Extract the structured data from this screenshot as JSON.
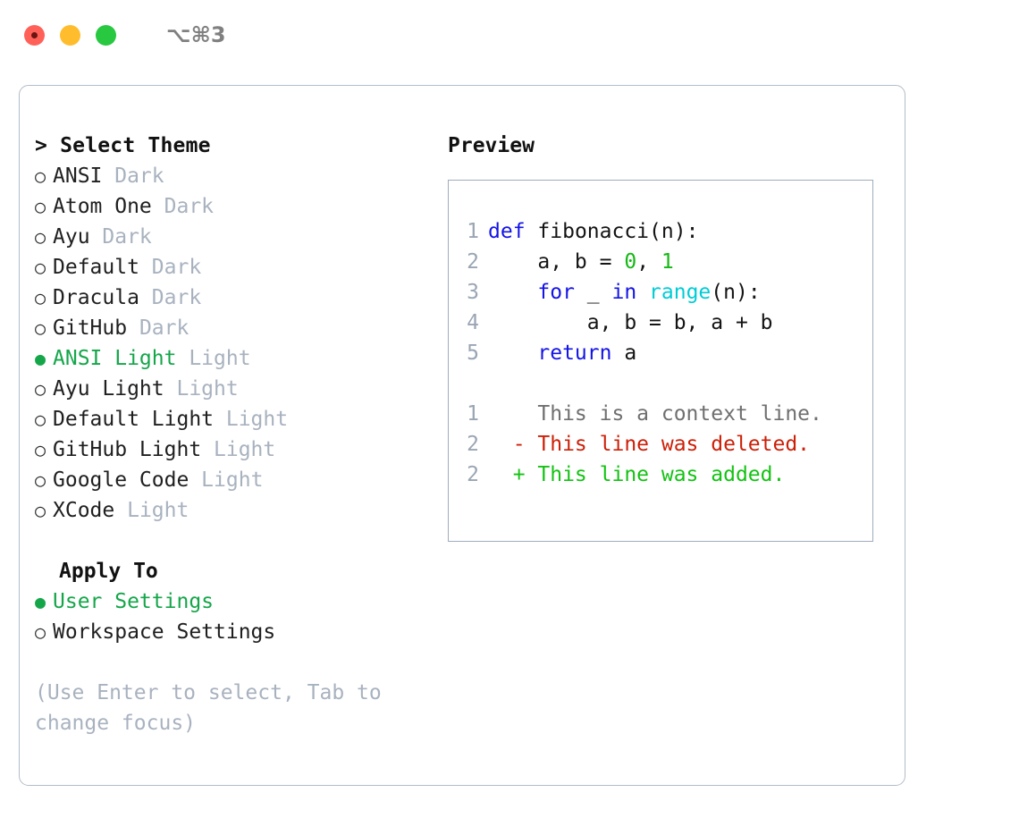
{
  "titlebar": {
    "shortcut": "⌥⌘3",
    "buttons": [
      {
        "name": "close",
        "color": "#ff6159"
      },
      {
        "name": "minimize",
        "color": "#ffbd2e"
      },
      {
        "name": "maximize",
        "color": "#28c840"
      }
    ]
  },
  "colors": {
    "accent_green": "#15a64a",
    "muted": "#a8b2bf",
    "border": "#b2bcc8",
    "preview_border": "#9facbd",
    "keyword_blue": "#1414e6",
    "builtin_cyan": "#00ccd6",
    "number_green": "#14b814",
    "diff_delete_red": "#cc2008",
    "diff_add_green": "#14c214",
    "gutter_gray": "#9aa5b4"
  },
  "theme_panel": {
    "heading": "> Select Theme",
    "selected_index": 6,
    "items": [
      {
        "bullet": "○",
        "name": "ANSI",
        "suffix": "Dark",
        "selected": false
      },
      {
        "bullet": "○",
        "name": "Atom One",
        "suffix": "Dark",
        "selected": false
      },
      {
        "bullet": "○",
        "name": "Ayu",
        "suffix": "Dark",
        "selected": false
      },
      {
        "bullet": "○",
        "name": "Default",
        "suffix": "Dark",
        "selected": false
      },
      {
        "bullet": "○",
        "name": "Dracula",
        "suffix": "Dark",
        "selected": false
      },
      {
        "bullet": "○",
        "name": "GitHub",
        "suffix": "Dark",
        "selected": false
      },
      {
        "bullet": "●",
        "name": "ANSI Light",
        "suffix": "Light",
        "selected": true
      },
      {
        "bullet": "○",
        "name": "Ayu Light",
        "suffix": "Light",
        "selected": false
      },
      {
        "bullet": "○",
        "name": "Default Light",
        "suffix": "Light",
        "selected": false
      },
      {
        "bullet": "○",
        "name": "GitHub Light",
        "suffix": "Light",
        "selected": false
      },
      {
        "bullet": "○",
        "name": "Google Code",
        "suffix": "Light",
        "selected": false
      },
      {
        "bullet": "○",
        "name": "XCode",
        "suffix": "Light",
        "selected": false
      }
    ]
  },
  "apply_to": {
    "heading": "Apply To",
    "options": [
      {
        "bullet": "●",
        "label": "User Settings",
        "selected": true
      },
      {
        "bullet": "○",
        "label": "Workspace Settings",
        "selected": false
      }
    ]
  },
  "hint": "(Use Enter to select, Tab to change focus)",
  "preview": {
    "heading": "Preview",
    "code_lines": [
      {
        "num": "1",
        "tokens": [
          {
            "t": "def",
            "c": "kw"
          },
          {
            "t": " ",
            "c": "plain"
          },
          {
            "t": "fibonacci",
            "c": "fn"
          },
          {
            "t": "(n):",
            "c": "plain"
          }
        ]
      },
      {
        "num": "2",
        "tokens": [
          {
            "t": "    a, b = ",
            "c": "plain"
          },
          {
            "t": "0",
            "c": "num"
          },
          {
            "t": ", ",
            "c": "plain"
          },
          {
            "t": "1",
            "c": "num"
          }
        ]
      },
      {
        "num": "3",
        "tokens": [
          {
            "t": "    ",
            "c": "plain"
          },
          {
            "t": "for",
            "c": "kw"
          },
          {
            "t": " _ ",
            "c": "plain"
          },
          {
            "t": "in",
            "c": "kw"
          },
          {
            "t": " ",
            "c": "plain"
          },
          {
            "t": "range",
            "c": "builtin"
          },
          {
            "t": "(n):",
            "c": "plain"
          }
        ]
      },
      {
        "num": "4",
        "tokens": [
          {
            "t": "        a, b = b, a + b",
            "c": "plain"
          }
        ]
      },
      {
        "num": "5",
        "tokens": [
          {
            "t": "    ",
            "c": "plain"
          },
          {
            "t": "return",
            "c": "kw"
          },
          {
            "t": " a",
            "c": "plain"
          }
        ]
      }
    ],
    "diff_lines": [
      {
        "num": "1",
        "marker": " ",
        "text": " This is a context line.",
        "kind": "ctx"
      },
      {
        "num": "2",
        "marker": "-",
        "text": " This line was deleted.",
        "kind": "del"
      },
      {
        "num": "2",
        "marker": "+",
        "text": " This line was added.",
        "kind": "add"
      }
    ]
  }
}
